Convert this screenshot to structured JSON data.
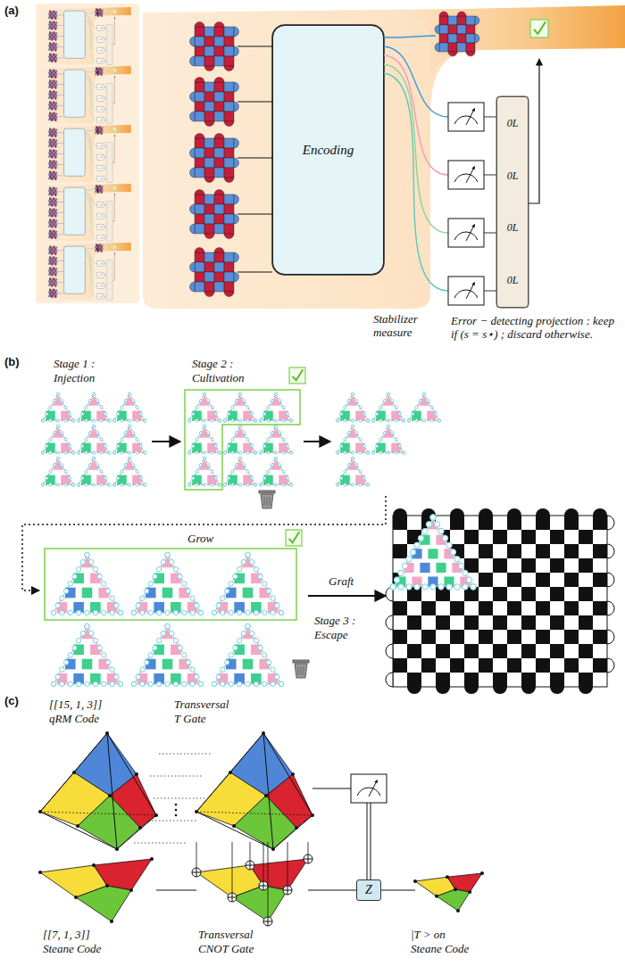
{
  "diagram": {
    "nodes": [
      {
        "text": [
          "Encoding"
        ]
      },
      {
        "text": [
          "0L",
          "0L",
          "0L",
          "0L"
        ]
      },
      {
        "text": [
          "Z"
        ]
      }
    ],
    "labels": [
      "(a)",
      "Stabilizer measure",
      "Error − detecting projection : keep if (s = s⋆) ; discard otherwise.",
      "(b)",
      "Stage 1 :",
      "Injection",
      "Stage 2 :",
      "Cultivation",
      "Grow",
      "Graft",
      "Stage 3 :",
      "Escape",
      "(c)",
      "[[15, 1, 3]]",
      "qRM Code",
      "Transversal",
      "T Gate",
      "[[7, 1, 3]]",
      "Steane Code",
      "Transversal",
      "CNOT Gate",
      "|T > on",
      "Steane Code"
    ]
  }
}
